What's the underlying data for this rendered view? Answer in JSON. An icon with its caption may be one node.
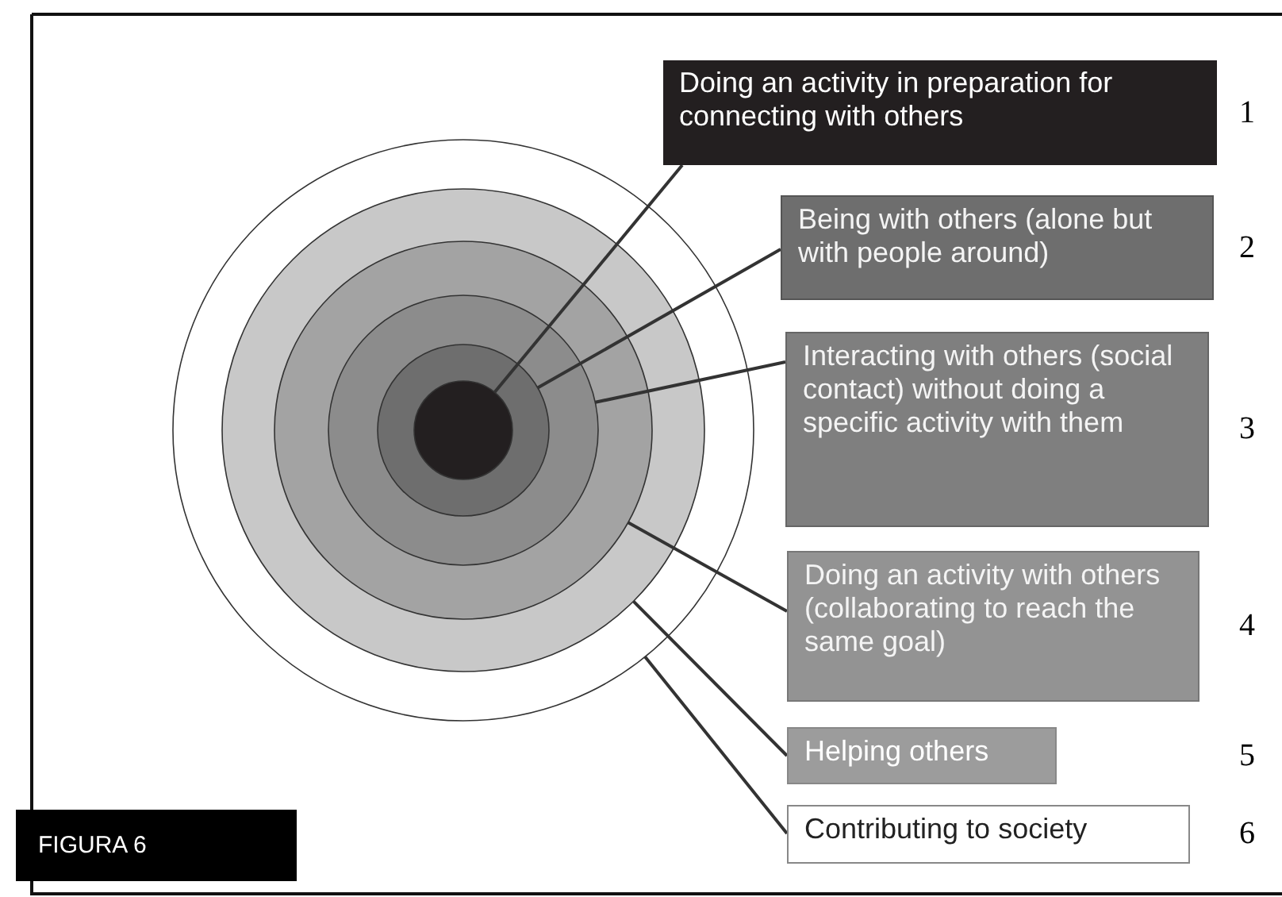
{
  "diagram": {
    "caption": "FIGURA 6",
    "nodes": [
      {
        "text": [
          "Doing an activity in preparation for connecting with others"
        ]
      },
      {
        "text": [
          "Being with others (alone but with people around)"
        ]
      },
      {
        "text": [
          "Interacting with others (social contact) without doing a specific activity with them"
        ]
      },
      {
        "text": [
          "Doing an activity with others (collaborating to reach the same goal)"
        ]
      },
      {
        "text": [
          "Helping others"
        ]
      },
      {
        "text": [
          "Contributing to society"
        ]
      },
      {
        "text": [],
        "shape": "circle"
      },
      {
        "text": [],
        "shape": "circle",
        "in": 6
      },
      {
        "text": [],
        "shape": "circle",
        "in": 7
      },
      {
        "text": [],
        "shape": "circle",
        "in": 8
      },
      {
        "text": [],
        "shape": "circle",
        "in": 9
      },
      {
        "text": [],
        "shape": "circle",
        "in": 10
      }
    ],
    "edges": [
      {
        "from": 0,
        "to": 11,
        "arrow": "none"
      },
      {
        "from": 1,
        "to": 10,
        "arrow": "none"
      },
      {
        "from": 2,
        "to": 9,
        "arrow": "none"
      },
      {
        "from": 3,
        "to": 8,
        "arrow": "none"
      },
      {
        "from": 4,
        "to": 7,
        "arrow": "none"
      },
      {
        "from": 5,
        "to": 6,
        "arrow": "none"
      }
    ],
    "labels": [
      "1",
      "2",
      "3",
      "4",
      "5",
      "6"
    ]
  }
}
